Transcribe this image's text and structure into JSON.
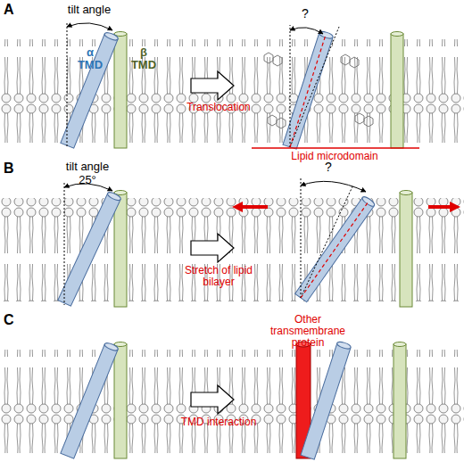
{
  "diagram": {
    "labels": [
      "A",
      "tilt angle",
      "α TMD",
      "β TMD",
      "?",
      "Translocation",
      "Lipid microdomain",
      "B",
      "tilt angle",
      "25°",
      "?",
      "Stretch of lipid bilayer",
      "C",
      "Other transmembrane protein",
      "TMD interaction"
    ]
  }
}
